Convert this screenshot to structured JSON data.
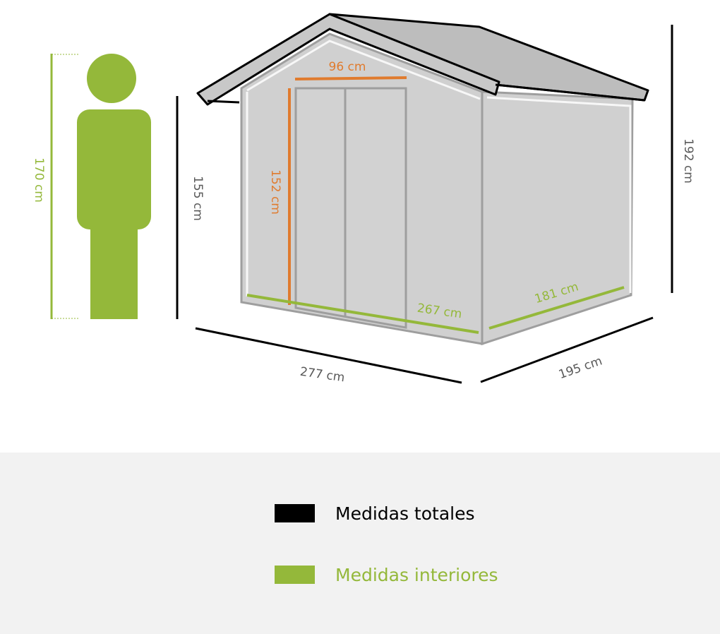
{
  "dimensions": {
    "person_height": "170 cm",
    "wall_height": "155 cm",
    "door_width": "96 cm",
    "door_height": "152 cm",
    "total_height": "192 cm",
    "interior_front": "267 cm",
    "interior_side": "181 cm",
    "total_width": "277 cm",
    "total_depth": "195 cm"
  },
  "legend": {
    "total_label": "Medidas totales",
    "interior_label": "Medidas interiores"
  },
  "colors": {
    "total": "#000000",
    "interior": "#94b83a",
    "door": "#e07b2e",
    "text_gray": "#595959",
    "wall_fill": "#d0d0d0",
    "roof_fill": "#bdbdbd",
    "legend_bg": "#f2f2f2"
  }
}
